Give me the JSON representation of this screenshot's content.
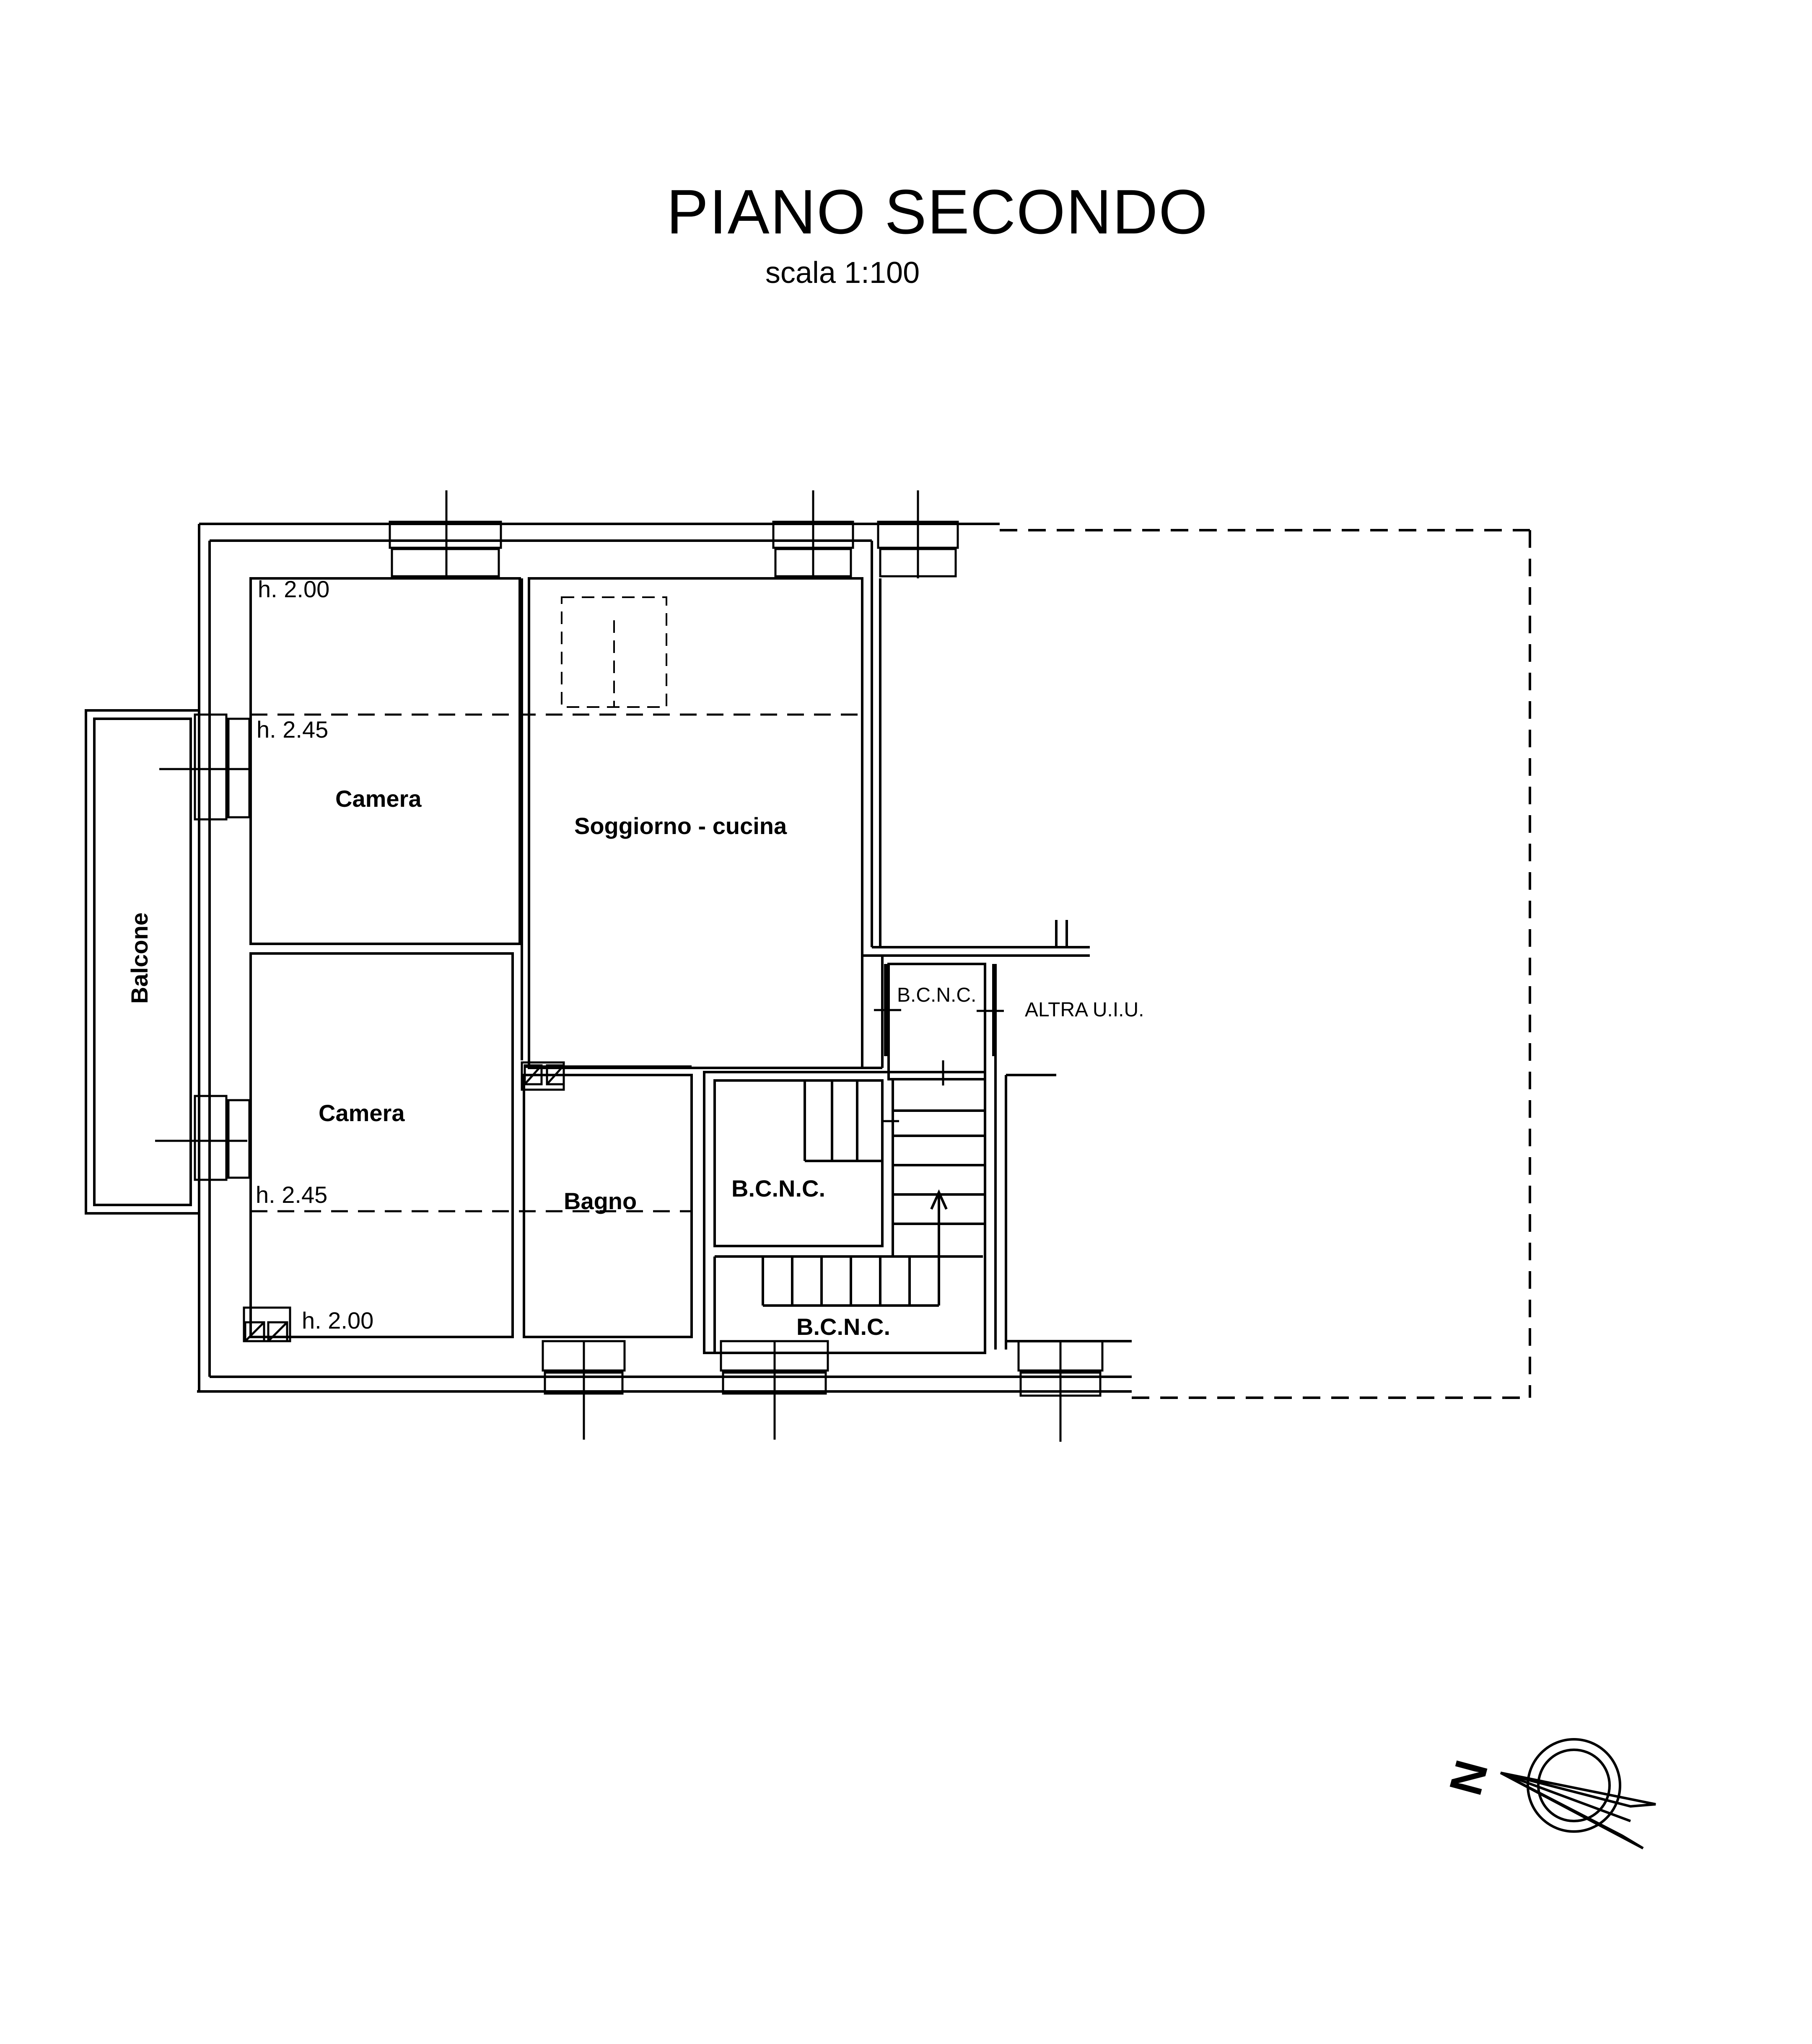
{
  "header": {
    "title": "PIANO SECONDO",
    "scale": "scala 1:100"
  },
  "rooms": {
    "camera_top": "Camera",
    "camera_bottom": "Camera",
    "soggiorno": "Soggiorno - cucina",
    "bagno": "Bagno",
    "balcone": "Balcone",
    "bcnc_small": "B.C.N.C.",
    "bcnc_mid": "B.C.N.C.",
    "bcnc_bottom": "B.C.N.C.",
    "altra": "ALTRA U.I.U."
  },
  "heights": {
    "h_top": "h. 2.00",
    "h_mid_top": "h. 2.45",
    "h_mid_bottom": "h. 2.45",
    "h_bottom": "h. 2.00"
  },
  "compass": {
    "north_letter": "N"
  },
  "colors": {
    "line": "#000000",
    "paper": "#ffffff"
  }
}
